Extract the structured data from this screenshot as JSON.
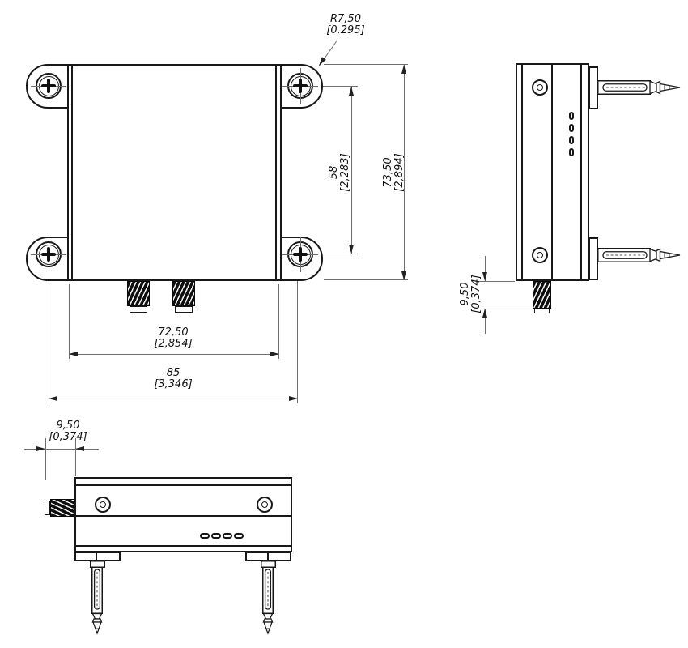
{
  "drawing": {
    "type": "mechanical-dimension-drawing",
    "views": {
      "front": "front-view",
      "side": "right-side-view",
      "bottom": "bottom-view"
    },
    "colors": {
      "background": "#ffffff",
      "object_line": "#181818",
      "dimension_line": "#6e6e6e",
      "text": "#111111"
    },
    "dimensions": {
      "corner_radius": {
        "mm": "R7,50",
        "inch": "[0,295]"
      },
      "screw_spacing_vertical": {
        "mm": "58",
        "inch": "[2,283]"
      },
      "overall_height": {
        "mm": "73,50",
        "inch": "[2,894]"
      },
      "body_width": {
        "mm": "72,50",
        "inch": "[2,854]"
      },
      "overall_width": {
        "mm": "85",
        "inch": "[3,346]"
      },
      "side_connector_protrusion": {
        "mm": "9,50",
        "inch": "[0,374]"
      },
      "bottom_connector_protrusion": {
        "mm": "9,50",
        "inch": "[0,374]"
      }
    }
  }
}
